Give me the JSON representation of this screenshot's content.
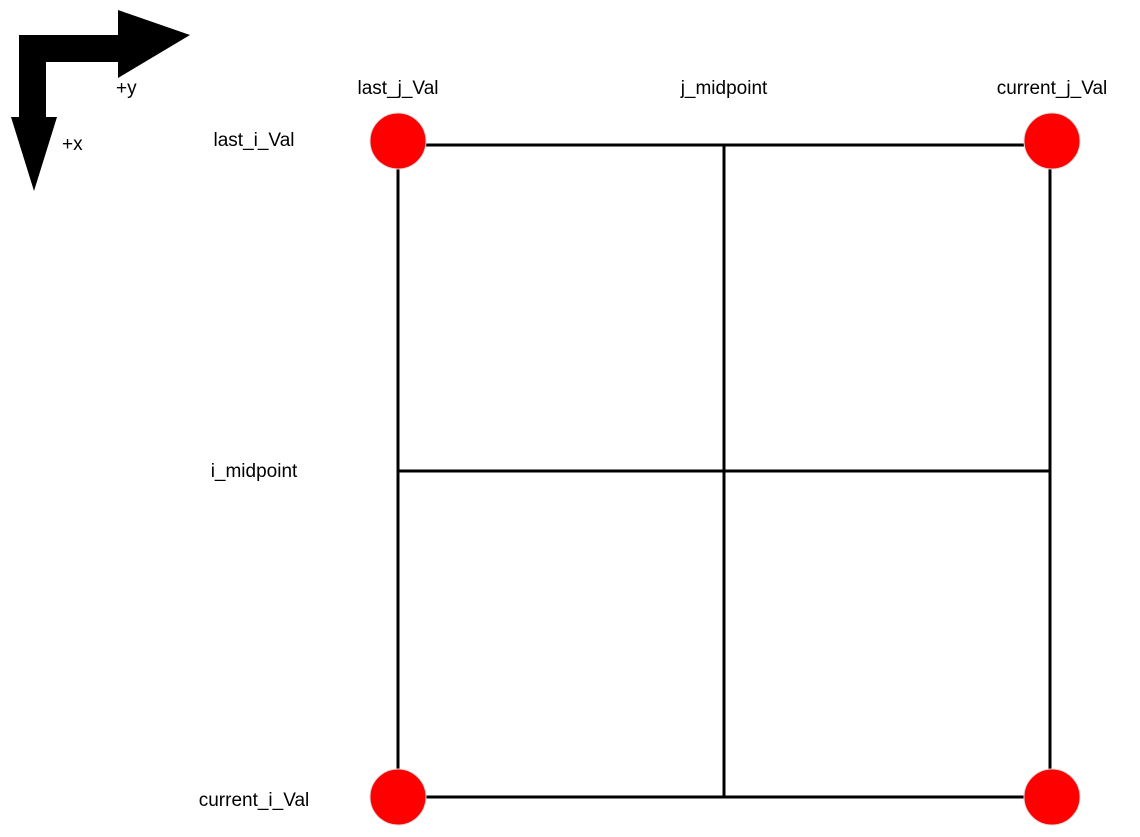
{
  "axes": {
    "y_label": "+y",
    "x_label": "+x",
    "arrow_color": "#000000",
    "icon": "axis-arrows-icon"
  },
  "columns": {
    "last": "last_j_Val",
    "mid": "j_midpoint",
    "current": "current_j_Val"
  },
  "rows": {
    "last": "last_i_Val",
    "mid": "i_midpoint",
    "current": "current_i_Val"
  },
  "corner_point_color": "#ff0000",
  "line_color": "#000000"
}
